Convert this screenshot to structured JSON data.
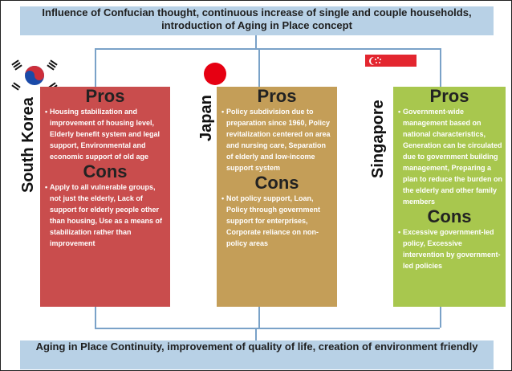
{
  "top_banner": "Influence of Confucian thought, continuous increase of single and couple households, introduction of Aging in Place concept",
  "bottom_banner": "Aging in Place Continuity, improvement of quality of life, creation of environment friendly",
  "columns": [
    {
      "country": "South Korea",
      "pros_label": "Pros",
      "pros": [
        "Housing stabilization and improvement of housing level, Elderly benefit system and legal support, Environmental and economic support of old age"
      ],
      "cons_label": "Cons",
      "cons": [
        "Apply to all vulnerable groups, not just the elderly, Lack of support for elderly people other than housing, Use as a means of stabilization rather than improvement"
      ]
    },
    {
      "country": "Japan",
      "pros_label": "Pros",
      "pros": [
        "Policy subdivision due to preparation since 1960, Policy revitalization centered on area and nursing care, Separation of elderly and low-income support system"
      ],
      "cons_label": "Cons",
      "cons": [
        "Not policy support, Loan, Policy through government support for enterprises, Corporate reliance on non-policy areas"
      ]
    },
    {
      "country": "Singapore",
      "pros_label": "Pros",
      "pros": [
        "Government-wide management based on national characteristics, Generation can be circulated due to government building management, Preparing a plan to reduce the burden on the elderly and other family members"
      ],
      "cons_label": "Cons",
      "cons": [
        "Excessive government-led policy, Excessive intervention by government-led policies"
      ]
    }
  ],
  "colors": {
    "korea": "#c94d4d",
    "japan": "#c49e58",
    "singapore": "#a8c74e",
    "banner": "#b8d1e6",
    "connector": "#7aa2c8"
  }
}
